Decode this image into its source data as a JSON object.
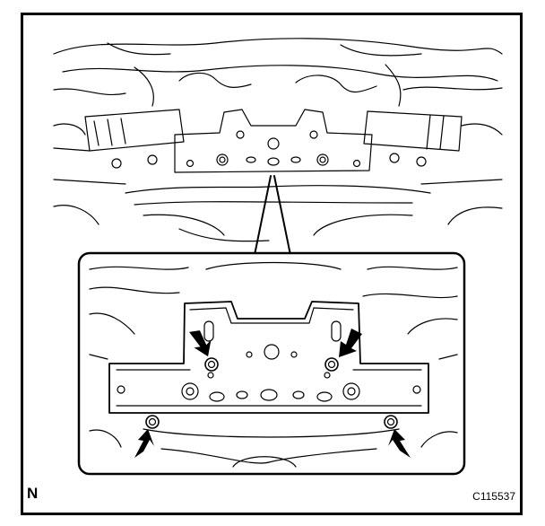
{
  "figure": {
    "orientation_mark": "N",
    "figure_code": "C115537",
    "colors": {
      "line": "#000000",
      "background": "#ffffff"
    },
    "callouts": [
      {
        "id": "bolt-upper-left",
        "icon": "arrow-icon"
      },
      {
        "id": "bolt-upper-right",
        "icon": "arrow-icon"
      },
      {
        "id": "bolt-lower-left",
        "icon": "arrow-icon"
      },
      {
        "id": "bolt-lower-right",
        "icon": "arrow-icon"
      }
    ]
  }
}
